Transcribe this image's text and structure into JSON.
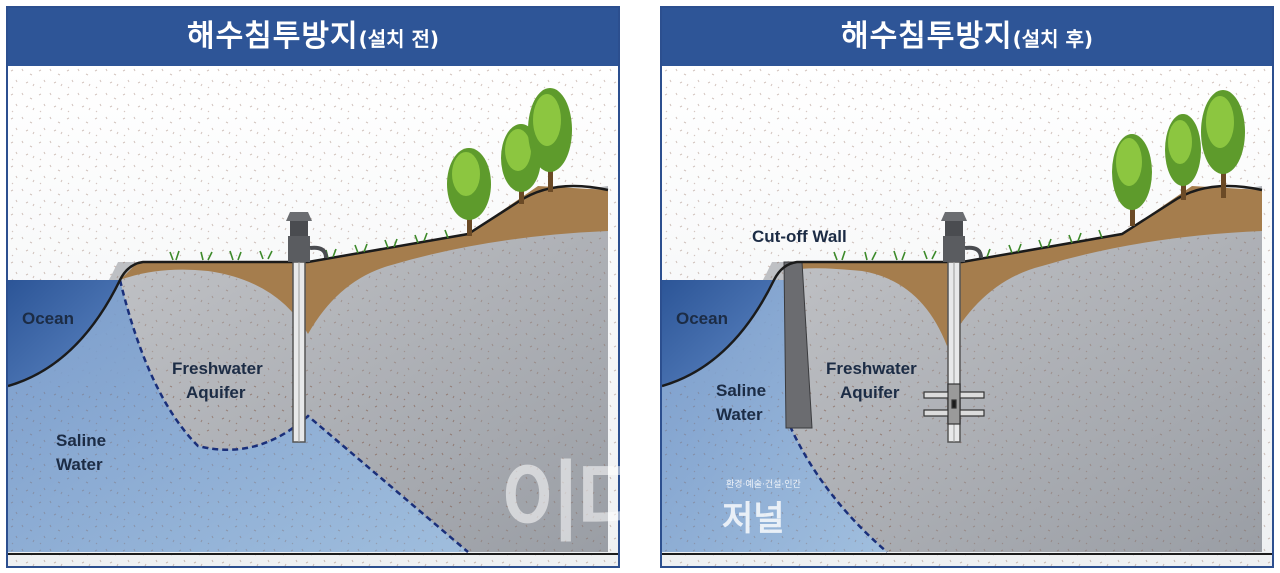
{
  "panels": [
    {
      "title": "해수침투방지",
      "subtitle": "(설치 전)",
      "labels": {
        "ocean": "Ocean",
        "saline_line1": "Saline",
        "saline_line2": "Water",
        "fresh_line1": "Freshwater",
        "fresh_line2": "Aquifer"
      }
    },
    {
      "title": "해수침투방지",
      "subtitle": "(설치 후)",
      "labels": {
        "ocean": "Ocean",
        "saline_line1": "Saline",
        "saline_line2": "Water",
        "fresh_line1": "Freshwater",
        "fresh_line2": "Aquifer",
        "cutoff": "Cut-off Wall"
      }
    }
  ],
  "watermark": {
    "big": "이디",
    "small": "환경·예술·건설·인간",
    "journal": "저널"
  },
  "colors": {
    "header_bg": "#2e5597",
    "border": "#2c4f8f",
    "soil": "#a57d4d",
    "rock": "#9b9fa5",
    "ocean": "#3a63a8",
    "saline": "#8fb3dc"
  }
}
